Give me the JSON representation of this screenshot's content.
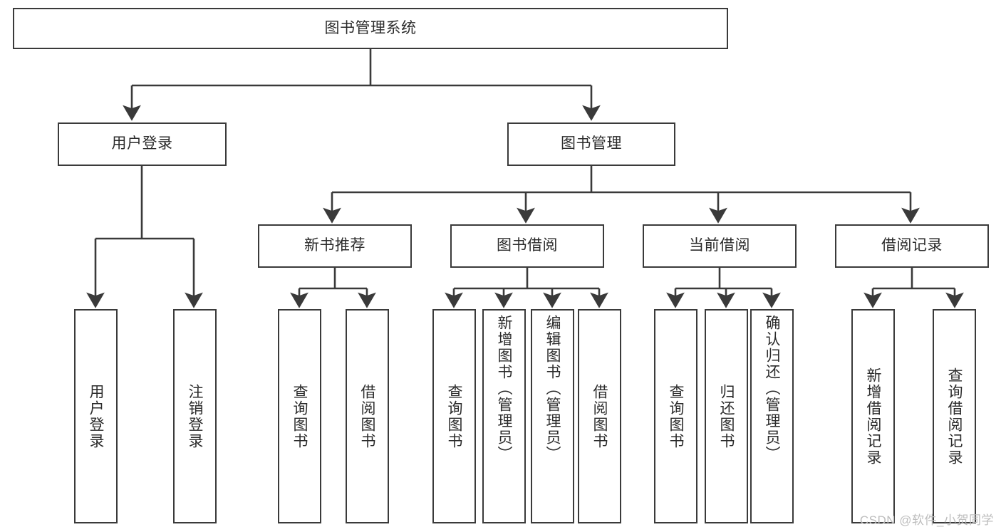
{
  "diagram": {
    "title": "图书管理系统",
    "watermark": "CSDN @软件_小贺同学",
    "colors": {
      "background": "#ffffff",
      "box_border": "#3a3a3a",
      "edge": "#3a3a3a",
      "text": "#2b2b2b",
      "watermark": "#bdbdbd"
    },
    "levels": {
      "root": {
        "label": "图书管理系统"
      },
      "level2": [
        {
          "id": "user-login",
          "label": "用户登录"
        },
        {
          "id": "book-management",
          "label": "图书管理"
        }
      ],
      "level3": [
        {
          "id": "new-book-recommend",
          "label": "新书推荐",
          "parent": "book-management"
        },
        {
          "id": "book-borrow",
          "label": "图书借阅",
          "parent": "book-management"
        },
        {
          "id": "current-borrow",
          "label": "当前借阅",
          "parent": "book-management"
        },
        {
          "id": "borrow-record",
          "label": "借阅记录",
          "parent": "book-management"
        }
      ],
      "leaves": [
        {
          "id": "leaf-user-login",
          "label": "用户登录",
          "parent": "user-login"
        },
        {
          "id": "leaf-logout-login",
          "label": "注销登录",
          "parent": "user-login"
        },
        {
          "id": "leaf-query-book-1",
          "label": "查询图书",
          "parent": "new-book-recommend"
        },
        {
          "id": "leaf-borrow-book-1",
          "label": "借阅图书",
          "parent": "new-book-recommend"
        },
        {
          "id": "leaf-query-book-2",
          "label": "查询图书",
          "parent": "book-borrow"
        },
        {
          "id": "leaf-add-book",
          "label": "新增图书（管理员）",
          "parent": "book-borrow"
        },
        {
          "id": "leaf-edit-book",
          "label": "编辑图书（管理员）",
          "parent": "book-borrow"
        },
        {
          "id": "leaf-borrow-book-2",
          "label": "借阅图书",
          "parent": "book-borrow"
        },
        {
          "id": "leaf-query-book-3",
          "label": "查询图书",
          "parent": "current-borrow"
        },
        {
          "id": "leaf-return-book",
          "label": "归还图书",
          "parent": "current-borrow"
        },
        {
          "id": "leaf-confirm-return",
          "label": "确认归还（管理员）",
          "parent": "current-borrow"
        },
        {
          "id": "leaf-add-record",
          "label": "新增借阅记录",
          "parent": "borrow-record"
        },
        {
          "id": "leaf-query-record",
          "label": "查询借阅记录",
          "parent": "borrow-record"
        }
      ]
    }
  }
}
